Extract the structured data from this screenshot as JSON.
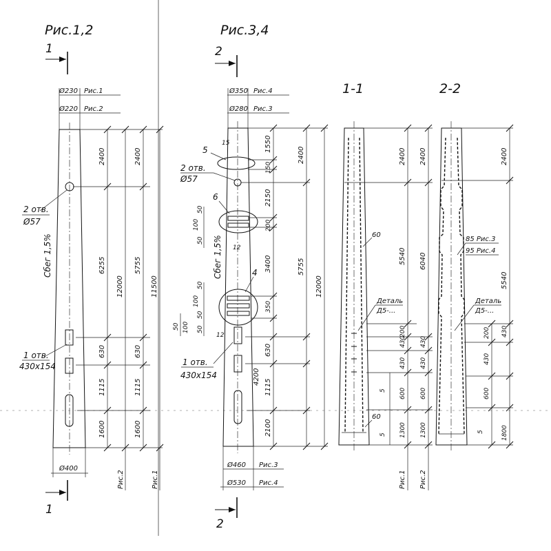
{
  "figures": {
    "fig12_title": "Рис.1,2",
    "fig34_title": "Рис.3,4",
    "section1_title": "1-1",
    "section2_title": "2-2",
    "cut1_label": "1",
    "cut2_label": "2"
  },
  "left_pole": {
    "dia_top_1": "Ø230",
    "ref_top_1": "Рис.1",
    "dia_top_2": "Ø220",
    "ref_top_2": "Рис.2",
    "holes_label": "2 отв.",
    "holes_dia": "Ø57",
    "taper": "Сбег 1,5%",
    "slot_label": "1 отв.",
    "slot_size": "430x154",
    "dia_bottom": "Ø400",
    "col1": [
      "2400",
      "6255",
      "630",
      "1115",
      "1600"
    ],
    "col2": [
      "12000"
    ],
    "col3": [
      "2400",
      "5755",
      "630",
      "1115",
      "1600"
    ],
    "col4": [
      "11500"
    ],
    "col2_ref": "Рис.2",
    "col4_ref": "Рис.1"
  },
  "mid_pole": {
    "dia_top_1": "Ø350",
    "ref_top_1": "Рис.4",
    "dia_top_2": "Ø280",
    "ref_top_2": "Рис.3",
    "callout_5": "5",
    "callout_6": "6",
    "callout_4": "4",
    "dim_15": "15",
    "dim_12a": "12",
    "dim_12b": "12",
    "holes_label": "2 отв.",
    "holes_dia": "Ø57",
    "taper": "Сбег 1,5%",
    "side_dims": [
      "50",
      "100",
      "50",
      "50",
      "100",
      "50",
      "50",
      "100",
      "50"
    ],
    "slot_label": "1 отв.",
    "slot_size": "430x154",
    "col1": [
      "1550",
      "150",
      "2150",
      "200",
      "3400",
      "350",
      "630",
      "1115",
      "2100"
    ],
    "col2": [
      "2400",
      "5755",
      "4200"
    ],
    "col3": [
      "12000"
    ],
    "dia_bottom_1": "Ø460",
    "ref_bottom_1": "Рис.3",
    "dia_bottom_2": "Ø530",
    "ref_bottom_2": "Рис.4"
  },
  "section1": {
    "wall": "60",
    "wall_bottom": "60",
    "detail": "Деталь",
    "detail_ref": "Д5-...",
    "dim_5a": "5",
    "dim_5b": "5",
    "col1": [
      "2400",
      "5540",
      "200",
      "430",
      "430",
      "600",
      "1300"
    ],
    "col2": [
      "2400",
      "6040",
      "430",
      "430",
      "600",
      "1300"
    ],
    "col1_ref": "Рис.1",
    "col2_ref": "Рис.2"
  },
  "section2": {
    "ref85": "85 Рис.3",
    "ref95": "95 Рис.4",
    "detail": "Деталь",
    "detail_ref": "Д5-...",
    "dim_5": "5",
    "col1": [
      "2400",
      "5540",
      "200",
      "430",
      "430",
      "600",
      "1800"
    ]
  }
}
